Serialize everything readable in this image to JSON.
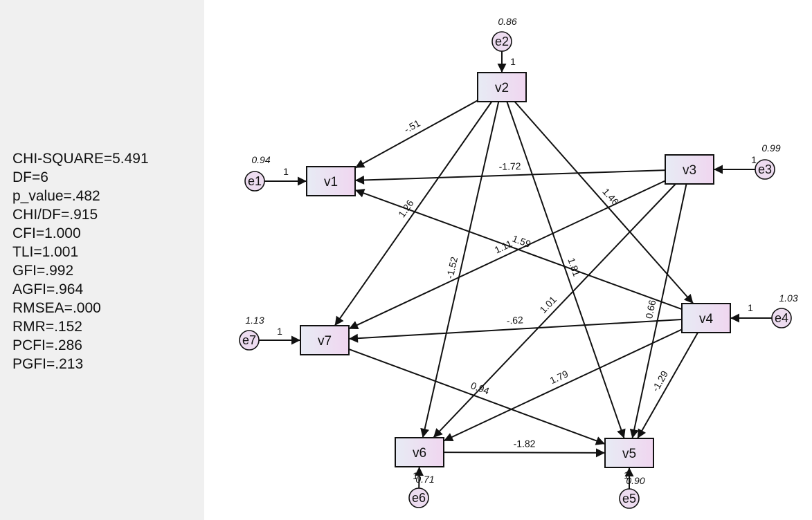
{
  "fit_statistics": [
    "CHI-SQUARE=5.491",
    "DF=6",
    "p_value=.482",
    "CHI/DF=.915",
    "CFI=1.000",
    "TLI=1.001",
    "GFI=.992",
    "AGFI=.964",
    "RMSEA=.000",
    "RMR=.152",
    "PCFI=.286",
    "PGFI=.213"
  ],
  "colors": {
    "panel_background": "#f0f0f0",
    "box_fill_start": "#e7ebf4",
    "box_fill_end": "#f0d6f0",
    "stroke": "#111111"
  },
  "variables": [
    {
      "id": "v1",
      "label": "v1"
    },
    {
      "id": "v2",
      "label": "v2"
    },
    {
      "id": "v3",
      "label": "v3"
    },
    {
      "id": "v4",
      "label": "v4"
    },
    {
      "id": "v5",
      "label": "v5"
    },
    {
      "id": "v6",
      "label": "v6"
    },
    {
      "id": "v7",
      "label": "v7"
    }
  ],
  "errors": [
    {
      "id": "e1",
      "label": "e1",
      "variance": "0.94",
      "target": "v1",
      "loading": "1"
    },
    {
      "id": "e2",
      "label": "e2",
      "variance": "0.86",
      "target": "v2",
      "loading": "1"
    },
    {
      "id": "e3",
      "label": "e3",
      "variance": "0.99",
      "target": "v3",
      "loading": "1"
    },
    {
      "id": "e4",
      "label": "e4",
      "variance": "1.03",
      "target": "v4",
      "loading": "1"
    },
    {
      "id": "e5",
      "label": "e5",
      "variance": "0.90",
      "target": "v5",
      "loading": "1"
    },
    {
      "id": "e6",
      "label": "e6",
      "variance": "0.71",
      "target": "v6",
      "loading": "1"
    },
    {
      "id": "e7",
      "label": "e7",
      "variance": "1.13",
      "target": "v7",
      "loading": "1"
    }
  ],
  "paths": [
    {
      "from": "v2",
      "to": "v1",
      "coef": "-.51"
    },
    {
      "from": "v3",
      "to": "v1",
      "coef": "-1.72"
    },
    {
      "from": "v4",
      "to": "v1",
      "coef": "1.59"
    },
    {
      "from": "v2",
      "to": "v7",
      "coef": "1.26"
    },
    {
      "from": "v3",
      "to": "v7",
      "coef": "1.11"
    },
    {
      "from": "v4",
      "to": "v7",
      "coef": "-.62"
    },
    {
      "from": "v2",
      "to": "v6",
      "coef": "-1.52"
    },
    {
      "from": "v3",
      "to": "v6",
      "coef": "1.01"
    },
    {
      "from": "v4",
      "to": "v6",
      "coef": "1.79"
    },
    {
      "from": "v2",
      "to": "v5",
      "coef": "1.81"
    },
    {
      "from": "v3",
      "to": "v5",
      "coef": "0.66"
    },
    {
      "from": "v4",
      "to": "v5",
      "coef": "-1.29"
    },
    {
      "from": "v7",
      "to": "v5",
      "coef": "0.94"
    },
    {
      "from": "v6",
      "to": "v5",
      "coef": "-1.82"
    },
    {
      "from": "v2",
      "to": "v4",
      "coef": "1.46"
    }
  ]
}
